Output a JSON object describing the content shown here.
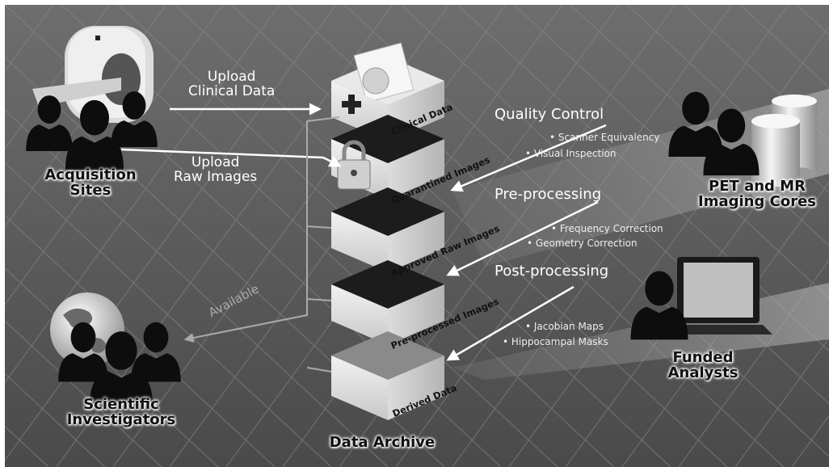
{
  "upload_clinical": [
    "Upload",
    "Clinical Data"
  ],
  "upload_raw": [
    "Upload",
    "Raw Images"
  ],
  "quality_control": {
    "title": "Quality Control",
    "bullets": [
      "• Scanner Equivalency",
      "• Visual Inspection"
    ]
  },
  "pre_processing": {
    "title": "Pre-processing",
    "bullets": [
      "• Frequency Correction",
      "• Geometry Correction"
    ]
  },
  "post_processing": {
    "title": "Post-processing",
    "bullets": [
      "• Jacobian Maps",
      "• Hippocampal Masks"
    ]
  },
  "available": "Available",
  "actors": {
    "acquisition": [
      "Acquisition",
      "Sites"
    ],
    "imaging_cores": [
      "PET and MR",
      "Imaging Cores"
    ],
    "analysts": [
      "Funded",
      "Analysts"
    ],
    "investigators": [
      "Scientific",
      "Investigators"
    ],
    "archive": "Data Archive"
  },
  "boxes": [
    "Clinical Data",
    "Quarantined Images",
    "Approved Raw Images",
    "Pre-processed Images",
    "Derived Data"
  ],
  "colors": {
    "background": "#5a5a5a",
    "grid": "#7a7a7a",
    "people": "#0d0d0d",
    "arrow": "#ffffff",
    "band": "#9a9a9a"
  }
}
